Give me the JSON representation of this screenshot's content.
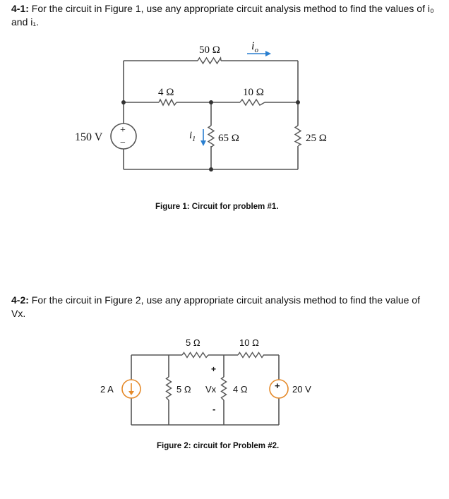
{
  "problem1": {
    "number": "4-1:",
    "text": " For the circuit in Figure 1, use any appropriate circuit analysis method to find the values of i₀ and i₁."
  },
  "figure1": {
    "caption": "Figure 1: Circuit for problem #1.",
    "source_label": "150 V",
    "source_plus": "+",
    "source_minus": "−",
    "r_top": "50 Ω",
    "r_left": "4 Ω",
    "r_mid_right": "10 Ω",
    "r_vertical": "65 Ω",
    "r_right": "25 Ω",
    "current_io_label": "i",
    "current_io_sub": "o",
    "current_i1_label": "i",
    "current_i1_sub": "1"
  },
  "problem2": {
    "number": "4-2:",
    "text": " For the circuit in Figure 2, use any appropriate circuit analysis method to find the value of Vx."
  },
  "figure2": {
    "caption": "Figure 2: circuit for Problem #2.",
    "current_source_label": "2 A",
    "r_top_left": "5 Ω",
    "r_top_right": "10 Ω",
    "r_vertical_left": "5 Ω",
    "r_vertical_right": "4 Ω",
    "vx_label": "Vx",
    "vx_plus": "+",
    "vx_minus": "-",
    "voltage_source_label": "20 V",
    "voltage_source_plus": "+"
  },
  "colors": {
    "wire": "#555555",
    "text": "#111111",
    "source_orange": "#e58a2a",
    "arrow_blue": "#2a7fd0"
  }
}
